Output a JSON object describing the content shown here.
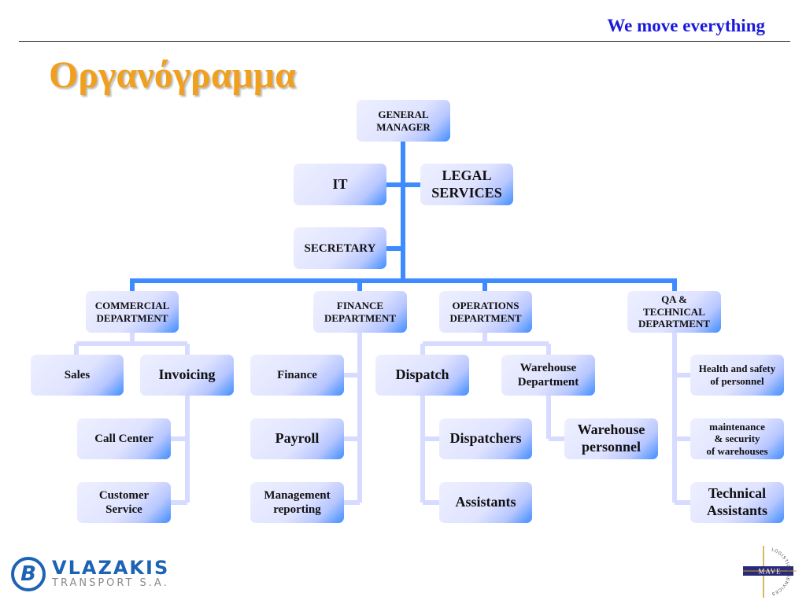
{
  "header": {
    "tagline": "We move everything",
    "title": "Οργανόγραμμα"
  },
  "org": {
    "general_manager": "GENERAL\nMANAGER",
    "it": "IT",
    "legal": "LEGAL\nSERVICES",
    "secretary": "SECRETARY",
    "commercial": {
      "head": "COMMERCIAL\nDEPARTMENT",
      "sales": "Sales",
      "invoicing": "Invoicing",
      "call_center": "Call Center",
      "customer_service": "Customer\nService"
    },
    "finance": {
      "head": "FINANCE\nDEPARTMENT",
      "finance": "Finance",
      "payroll": "Payroll",
      "management_reporting": "Management\nreporting"
    },
    "operations": {
      "head": "OPERATIONS\nDEPARTMENT",
      "dispatch": "Dispatch",
      "warehouse_department": "Warehouse\nDepartment",
      "dispatchers": "Dispatchers",
      "assistants": "Assistants",
      "warehouse_personnel": "Warehouse\npersonnel"
    },
    "qa": {
      "head": "QA &\nTECHNICAL\nDEPARTMENT",
      "health_safety": "Health and safety\nof personnel",
      "maintenance": "maintenance\n& security\nof warehouses",
      "technical_assistants": "Technical\nAssistants"
    }
  },
  "footer": {
    "logo_mark": "B",
    "logo_name": "VLAZAKIS",
    "logo_sub": "TRANSPORT S.A.",
    "mave_name": "MAVE",
    "mave_arc": "LOGISTICS SERVICES"
  },
  "colors": {
    "tagline": "#1a1adb",
    "title": "#f0a01e",
    "connector_primary": "#3d8bff",
    "connector_secondary": "#d6dbff"
  }
}
